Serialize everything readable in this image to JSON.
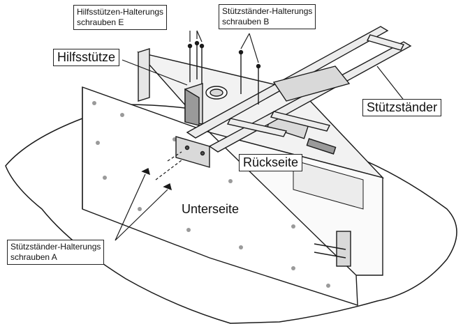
{
  "labels": {
    "aux_support": "Hilfsstütze",
    "aux_screws_line1": "Hilfsstützen-Halterungs",
    "aux_screws_line2": "schrauben E",
    "stand_screws_b_line1": "Stützständer-Halterungs",
    "stand_screws_b_line2": "schrauben B",
    "support_stand": "Stützständer",
    "back_side": "Rückseite",
    "bottom_side": "Unterseite",
    "stand_screws_a_line1": "Stützständer-Halterungs",
    "stand_screws_a_line2": "schrauben A"
  },
  "colors": {
    "line": "#1a1a1a",
    "panel": "#ffffff",
    "shade": "#d9d9d9",
    "dark_shade": "#9a9a9a"
  }
}
